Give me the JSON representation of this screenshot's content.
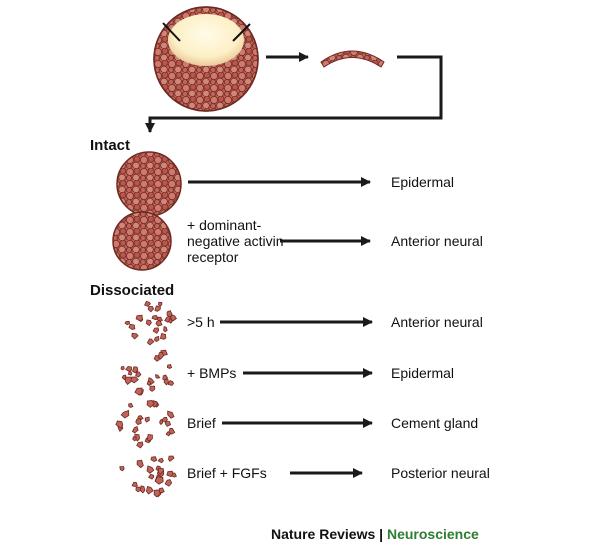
{
  "sections": {
    "intact": "Intact",
    "dissociated": "Dissociated"
  },
  "rows": {
    "intact_1": {
      "condition": "",
      "outcome": "Epidermal"
    },
    "intact_2": {
      "condition": "+ dominant-\nnegative activin\nreceptor",
      "outcome": "Anterior neural"
    },
    "dissoc_1": {
      "condition": ">5 h",
      "outcome": "Anterior neural"
    },
    "dissoc_2": {
      "condition": "+ BMPs",
      "outcome": "Epidermal"
    },
    "dissoc_3": {
      "condition": "Brief",
      "outcome": "Cement gland"
    },
    "dissoc_4": {
      "condition": "Brief + FGFs",
      "outcome": "Posterior neural"
    }
  },
  "footer": {
    "journal": "Nature Reviews",
    "separator": "|",
    "subjournal": "Neuroscience"
  },
  "colors": {
    "cell_fill": "#c0645a",
    "cell_stroke": "#6e2a22",
    "blastocoel": "#fdf0c6",
    "arrow": "#1a1a1a",
    "subjournal": "#2e7d32"
  }
}
